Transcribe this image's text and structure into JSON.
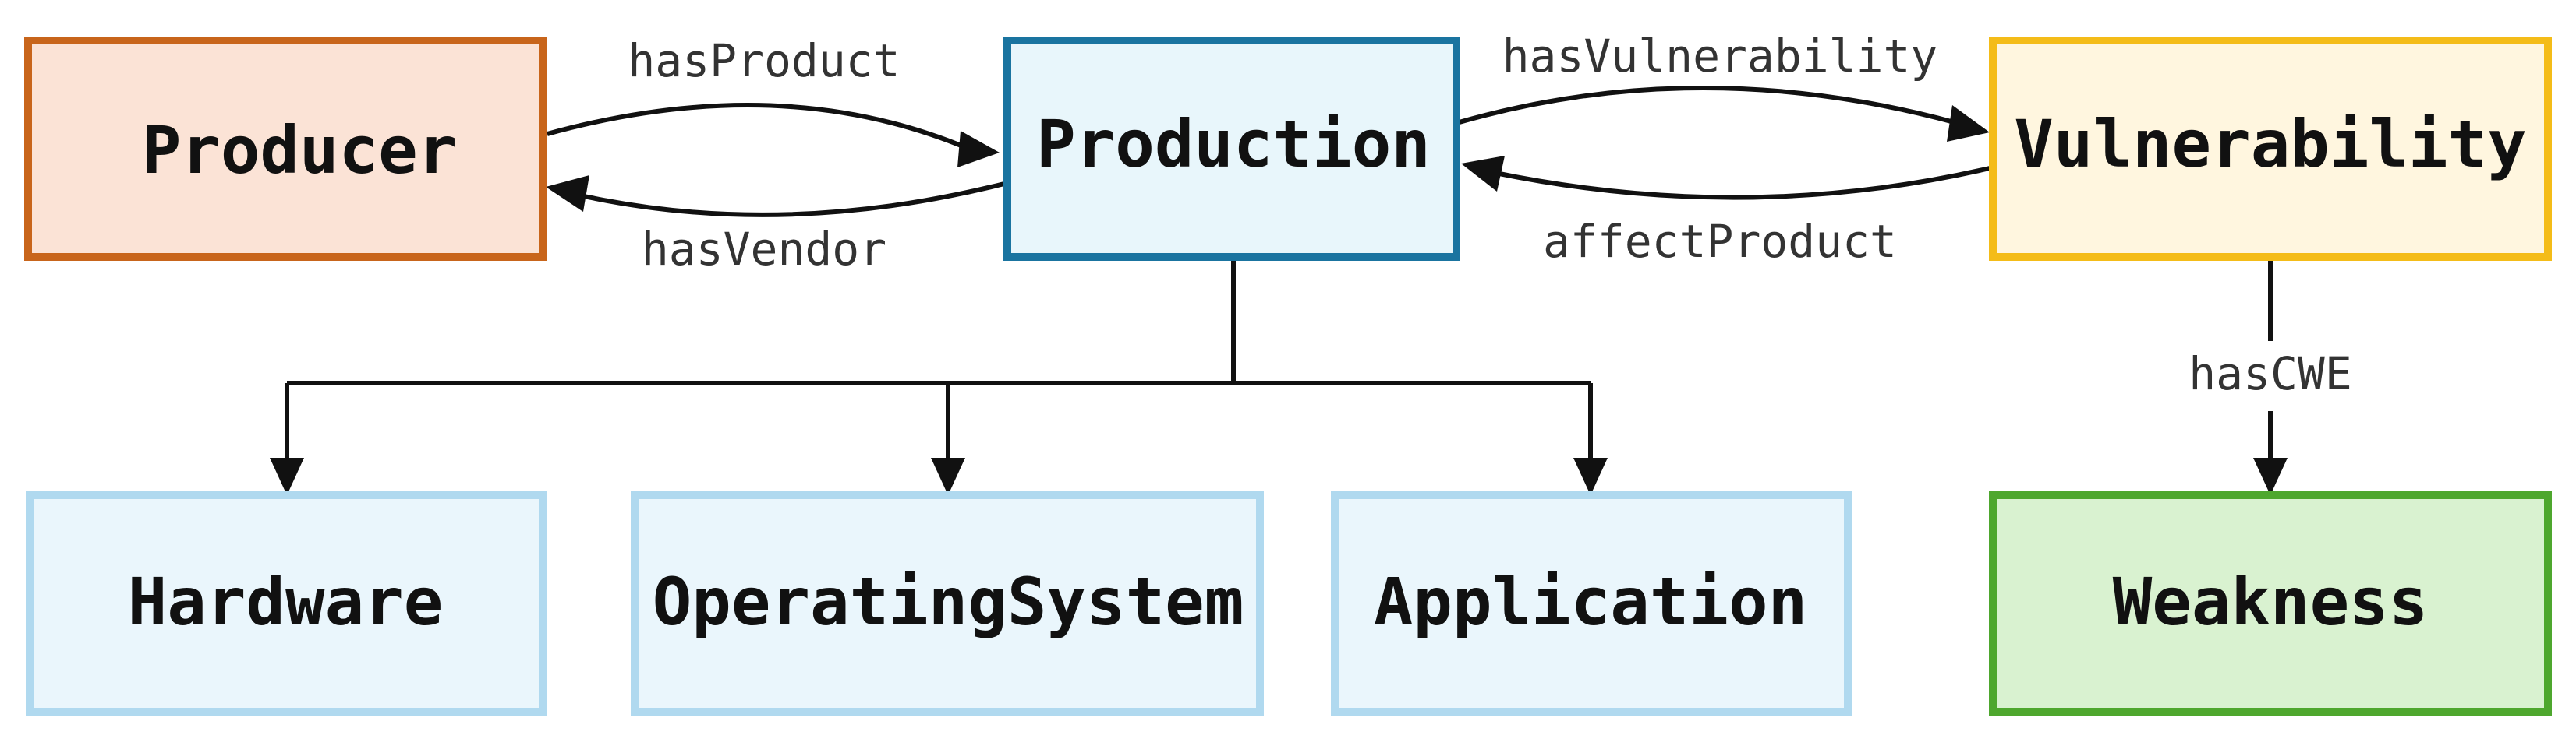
{
  "nodes": {
    "producer": {
      "label": "Producer",
      "fill": "#fbe3d6",
      "stroke": "#c8651b"
    },
    "production": {
      "label": "Production",
      "fill": "#e8f6fb",
      "stroke": "#1a74a0"
    },
    "vulnerability": {
      "label": "Vulnerability",
      "fill": "#fff6df",
      "stroke": "#f4bc18"
    },
    "hardware": {
      "label": "Hardware",
      "fill": "#eaf6fc",
      "stroke": "#b0d9ef"
    },
    "operating_system": {
      "label": "OperatingSystem",
      "fill": "#eaf6fc",
      "stroke": "#b0d9ef"
    },
    "application": {
      "label": "Application",
      "fill": "#eaf6fc",
      "stroke": "#b0d9ef"
    },
    "weakness": {
      "label": "Weakness",
      "fill": "#d9f2d0",
      "stroke": "#4ea72e"
    }
  },
  "edges": {
    "has_product": "hasProduct",
    "has_vendor": "hasVendor",
    "has_vulnerability": "hasVulnerability",
    "affect_product": "affectProduct",
    "has_cwe": "hasCWE"
  }
}
